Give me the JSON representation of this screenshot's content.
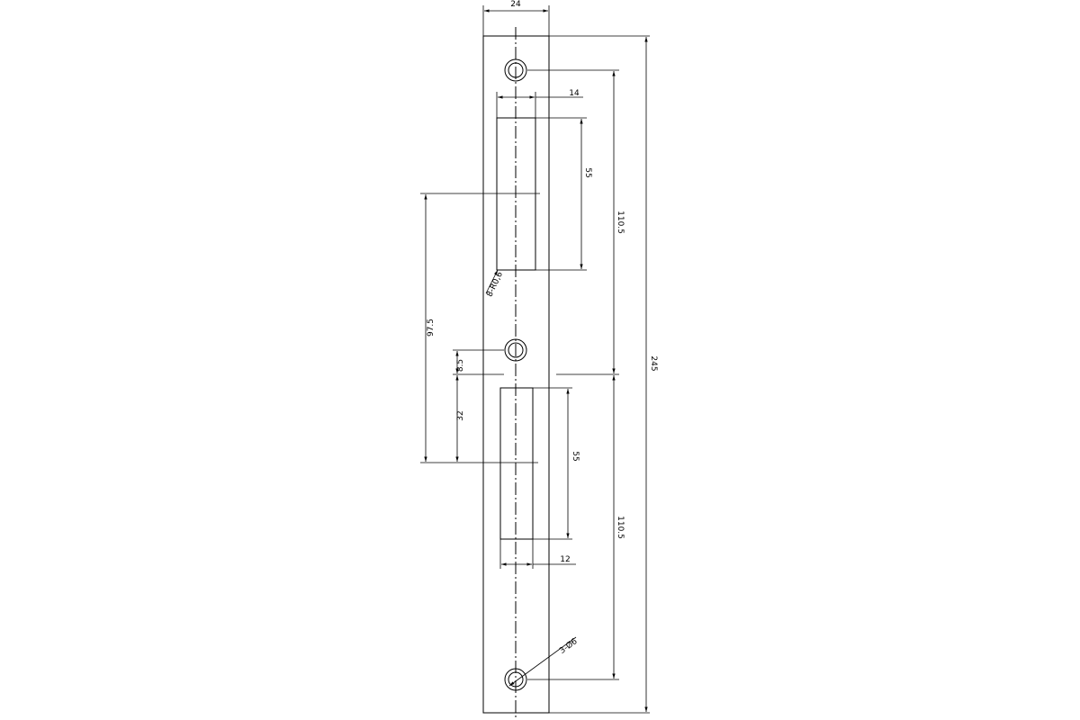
{
  "drawing": {
    "dimensions": {
      "plate_width": "24",
      "slot_top_width": "14",
      "slot_top_height": "55",
      "hole_spacing_top": "110.5",
      "hole_spacing_bottom": "110.5",
      "overall_length": "245",
      "slot_offset": "97.5",
      "hole_to_ref": "8.5",
      "ref_to_mid": "32",
      "slot_bottom_height": "55",
      "slot_bottom_width": "12"
    },
    "callouts": {
      "countersink_top": "8-R0,6",
      "countersink_bottom": "3-Ø6"
    }
  }
}
